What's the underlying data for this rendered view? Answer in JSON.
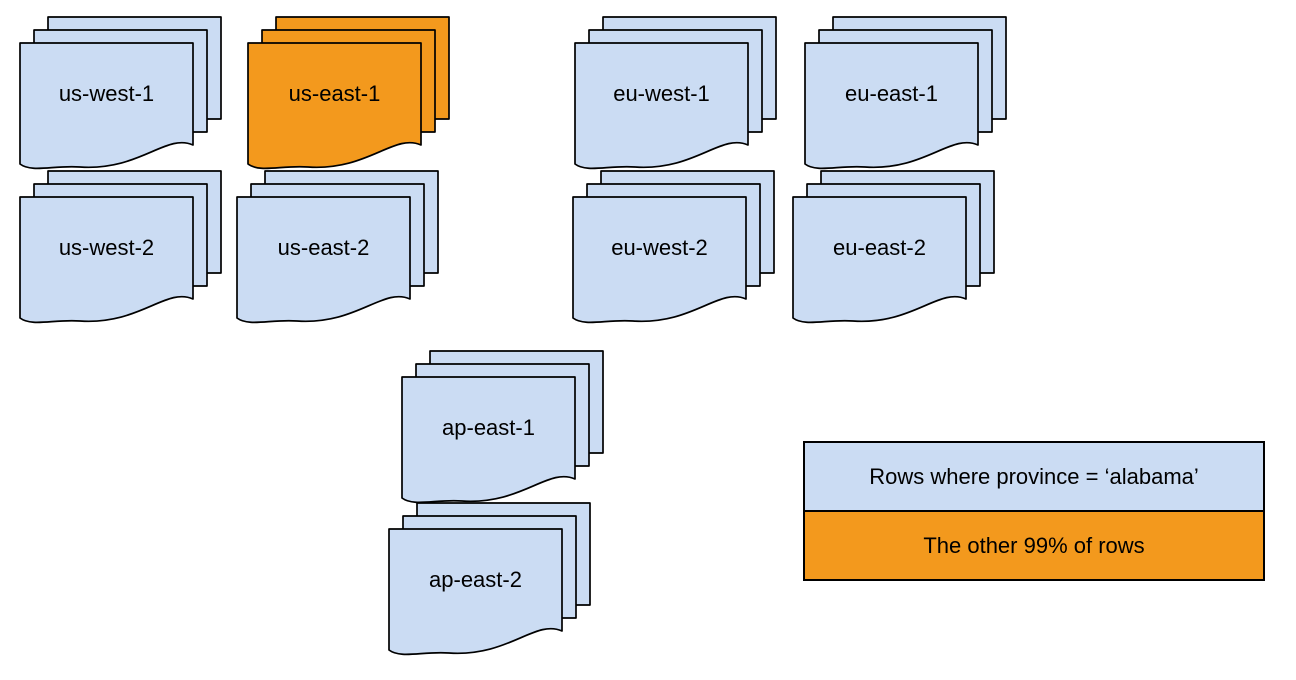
{
  "colors": {
    "region_fill": "#cbdcf3",
    "highlight_fill": "#f3991d",
    "stroke": "#000000"
  },
  "stacks": [
    {
      "label": "us-west-1",
      "highlighted": false
    },
    {
      "label": "us-east-1",
      "highlighted": true
    },
    {
      "label": "eu-west-1",
      "highlighted": false
    },
    {
      "label": "eu-east-1",
      "highlighted": false
    },
    {
      "label": "us-west-2",
      "highlighted": false
    },
    {
      "label": "us-east-2",
      "highlighted": false
    },
    {
      "label": "eu-west-2",
      "highlighted": false
    },
    {
      "label": "eu-east-2",
      "highlighted": false
    },
    {
      "label": "ap-east-1",
      "highlighted": false
    },
    {
      "label": "ap-east-2",
      "highlighted": false
    }
  ],
  "legend": {
    "rows": [
      {
        "label": "Rows where province = ‘alabama’",
        "highlighted": false
      },
      {
        "label": "The other 99% of rows",
        "highlighted": true
      }
    ]
  }
}
